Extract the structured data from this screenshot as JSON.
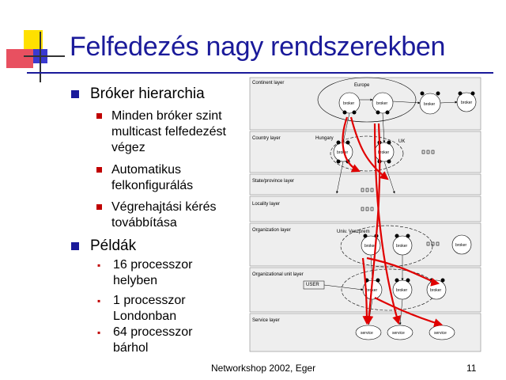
{
  "title": "Felfedezés nagy rendszerekben",
  "bullets": {
    "b1": "Bróker hierarchia",
    "b1_sub": [
      [
        "Minden bróker szint",
        "multicast felfedezést",
        "végez"
      ],
      [
        "Automatikus",
        "felkonfigurálás"
      ],
      [
        "Végrehajtási kérés",
        "továbbítása"
      ]
    ],
    "b2": "Példák",
    "b2_sub": [
      [
        "16 processzor",
        "helyben"
      ],
      [
        "1 processzor",
        "Londonban"
      ],
      [
        "64 processzor",
        "bárhol"
      ]
    ]
  },
  "diagram": {
    "layers": [
      "Continent layer",
      "Country layer",
      "State/province layer",
      "Locality layer",
      "Organization layer",
      "Organizational unit layer",
      "Service layer"
    ],
    "labels": {
      "europe": "Europe",
      "hungary": "Hungary",
      "uk": "UK",
      "univ": "Univ. Veszprem",
      "user": "USER",
      "broker": "broker",
      "service": "service"
    }
  },
  "footer": "Networkshop 2002, Eger",
  "page_number": "11",
  "colors": {
    "title": "#1a1a9a",
    "bullet": "#1a1a9a",
    "sub_bullet": "#c00000",
    "arrows": "#e00000"
  }
}
